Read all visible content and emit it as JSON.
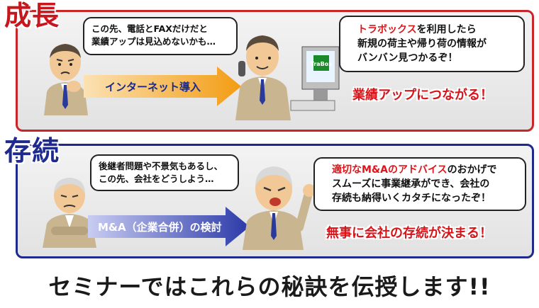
{
  "growth": {
    "title": "成長",
    "bubble_left": [
      "この先、電話とFAXだけだと",
      "業績アップは見込めないかも…"
    ],
    "arrow_label": "インターネット導入",
    "bubble_right_highlight": "トラボックス",
    "bubble_right_line1_rest": "を利用したら",
    "bubble_right_line2": "新規の荷主や帰り荷の情報が",
    "bubble_right_line3": "バンバン見つかるぞ！",
    "result": "業績アップにつながる！",
    "monitor_logo": "Tra Box",
    "accent_color": "#c8262a"
  },
  "survival": {
    "title": "存続",
    "bubble_left": [
      "後継者問題や不景気もあるし、",
      "この先、会社をどうしよう…"
    ],
    "arrow_label": "M&A（企業合併）の検討",
    "bubble_right_highlight": "適切なM&Aのアドバイス",
    "bubble_right_line1_rest": "のおかげで",
    "bubble_right_line2": "スムーズに事業継承ができ、会社の",
    "bubble_right_line3": "存続も納得いくカタチになったぞ！",
    "result": "無事に会社の存続が決まる！",
    "accent_color": "#1d2a8c"
  },
  "footer": "セミナーではこれらの秘訣を伝授します!!"
}
